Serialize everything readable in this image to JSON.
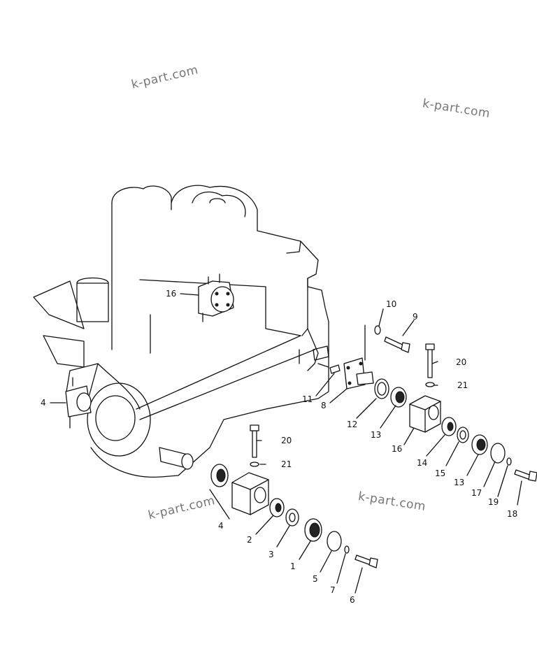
{
  "watermarks": [
    "k-part.com",
    "k-part.com",
    "k-part.com",
    "k-part.com"
  ],
  "callouts": {
    "c1": "1",
    "c2": "2",
    "c3": "3",
    "c4a": "4",
    "c4b": "4",
    "c5": "5",
    "c6": "6",
    "c7": "7",
    "c8": "8",
    "c9": "9",
    "c10": "10",
    "c11": "11",
    "c12": "12",
    "c13a": "13",
    "c13b": "13",
    "c14": "14",
    "c15": "15",
    "c16a": "16",
    "c16b": "16",
    "c17": "17",
    "c18": "18",
    "c19": "19",
    "c20a": "20",
    "c20b": "20",
    "c21a": "21",
    "c21b": "21"
  }
}
